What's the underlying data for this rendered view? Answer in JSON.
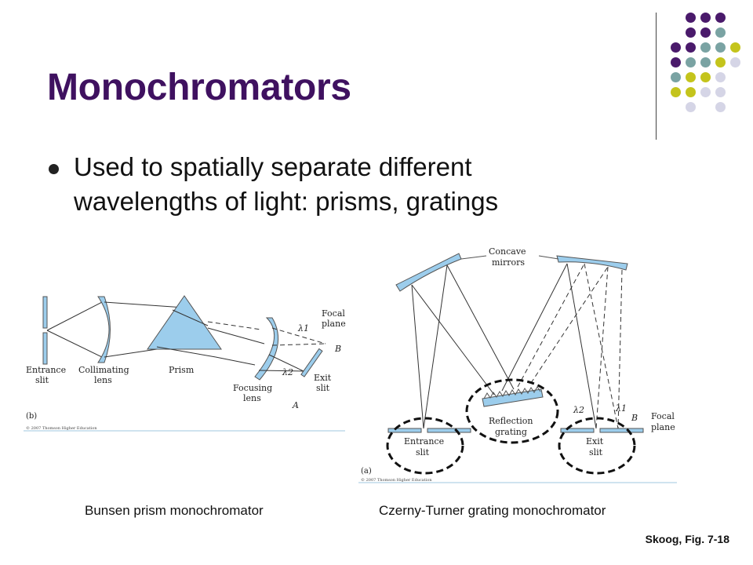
{
  "slide": {
    "title": "Monochromators",
    "bullet": "Used to spatially separate different wavelengths of light: prisms, gratings",
    "caption_left": "Bunsen prism monochromator",
    "caption_right": "Czerny-Turner grating monochromator",
    "source": "Skoog, Fig. 7-18"
  },
  "prism_figure": {
    "label_entrance": "Entrance",
    "label_slit": "slit",
    "label_collimating": "Collimating",
    "label_lens": "lens",
    "label_prism": "Prism",
    "label_focusing": "Focusing",
    "label_focusing_lens": "lens",
    "label_lambda1": "λ1",
    "label_lambda2": "λ2",
    "label_focal": "Focal",
    "label_plane": "plane",
    "label_B": "B",
    "label_A": "A",
    "label_exit": "Exit",
    "label_exit_slit": "slit",
    "panel": "(b)",
    "copyright": "© 2007 Thomson Higher Education"
  },
  "grating_figure": {
    "label_concave": "Concave",
    "label_mirrors": "mirrors",
    "label_reflection": "Reflection",
    "label_grating": "grating",
    "label_entrance": "Entrance",
    "label_slit": "slit",
    "label_exit": "Exit",
    "label_exit_slit": "slit",
    "label_lambda2": "λ2",
    "label_lambda1": "λ1",
    "label_B": "B",
    "label_focal": "Focal",
    "label_plane": "plane",
    "panel": "(a)",
    "copyright": "© 2007 Thomson Higher Education"
  },
  "decor": {
    "dot_colors": {
      "purple": "#4a1a6b",
      "teal": "#7aa3a3",
      "olive": "#c4c41c",
      "lavender": "#d5d5e6"
    }
  }
}
